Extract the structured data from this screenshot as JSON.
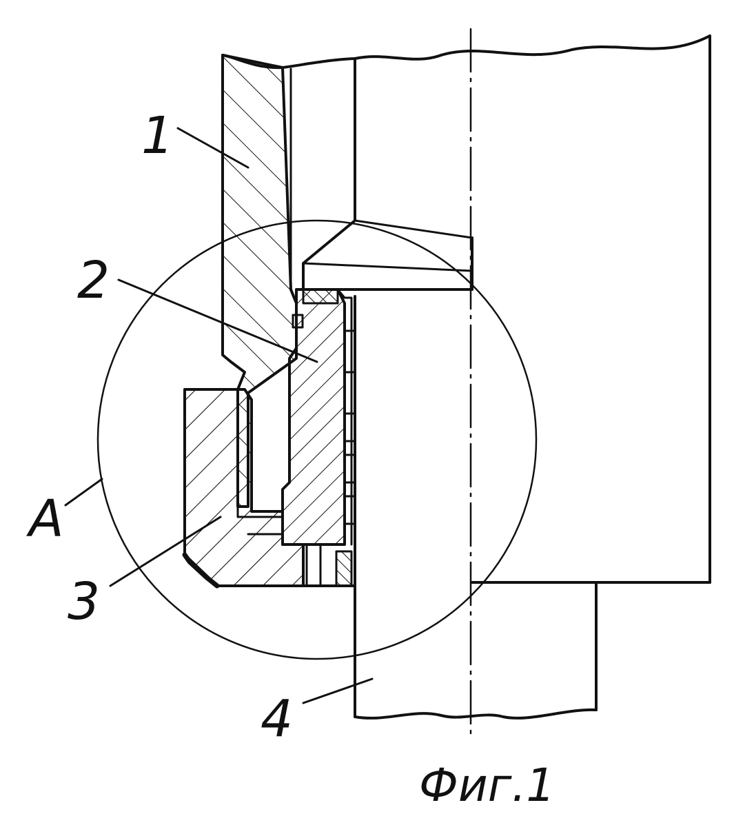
{
  "figure": {
    "caption": "Фиг.1",
    "ink_color": "#111111",
    "background": "#ffffff",
    "parts": [
      {
        "id": "1",
        "label": "1"
      },
      {
        "id": "2",
        "label": "2"
      },
      {
        "id": "3",
        "label": "3"
      },
      {
        "id": "4",
        "label": "4"
      }
    ],
    "detail": {
      "label": "A"
    }
  }
}
